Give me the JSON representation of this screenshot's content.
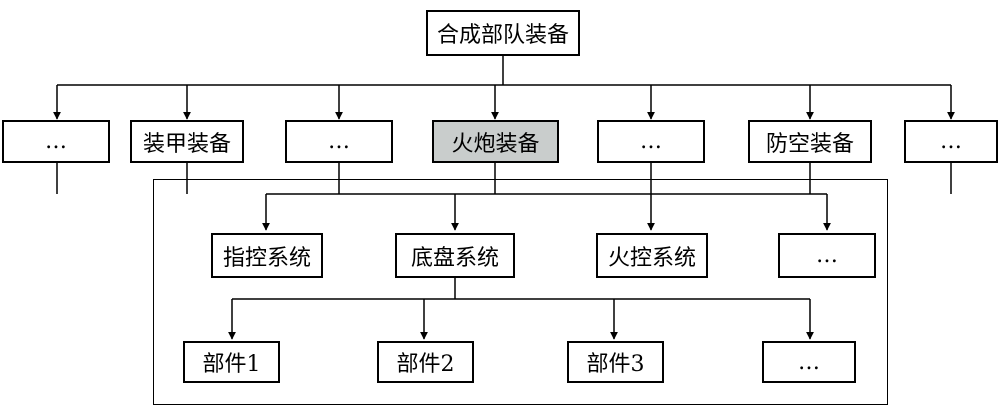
{
  "diagram": {
    "root": "合成部队装备",
    "level1": [
      "…",
      "装甲装备",
      "…",
      "火炮装备",
      "…",
      "防空装备",
      "…"
    ],
    "level2": [
      "指控系统",
      "底盘系统",
      "火控系统",
      "…"
    ],
    "level3": [
      "部件1",
      "部件2",
      "部件3",
      "…"
    ],
    "highlight_color": "#c9cdcc"
  }
}
